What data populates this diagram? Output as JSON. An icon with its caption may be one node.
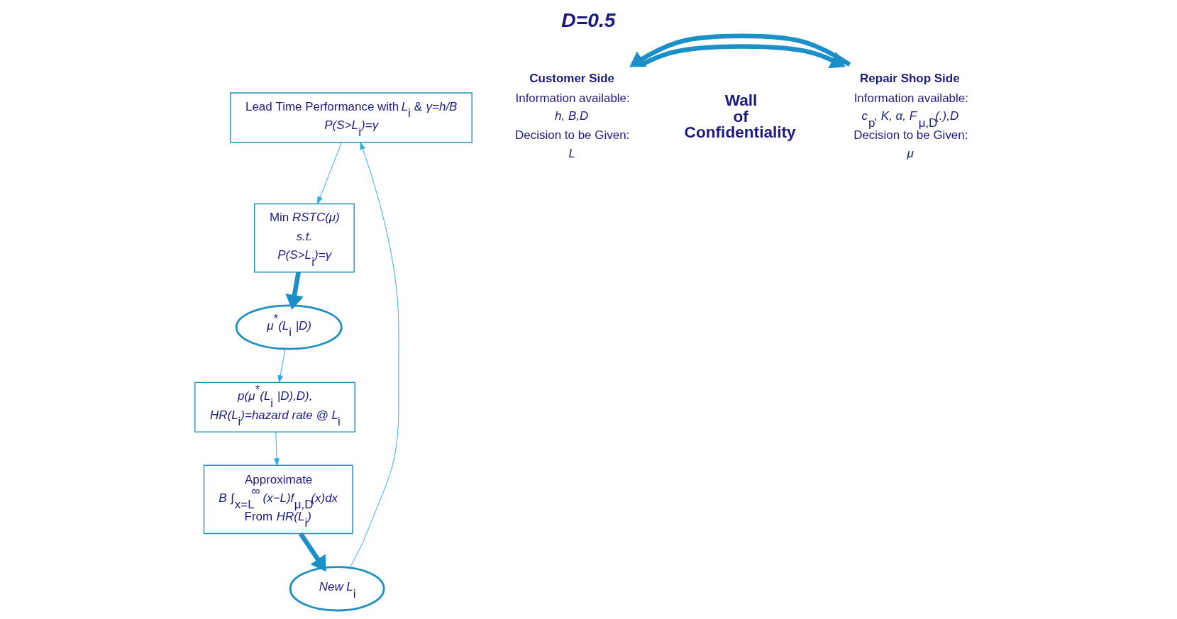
{
  "diagram": {
    "title": "D=0.5",
    "nodes": [
      {
        "text": [
          "Lead Time Performance with *L*$_{i}$ & *γ=h/B*",
          "*P(S>L*$_{i}$*)=γ*"
        ]
      },
      {
        "text": [
          "Min *RSTC(μ)*",
          "*s.t.*",
          "*P(S>L*$_{i}$*)=γ*"
        ]
      },
      {
        "text": [
          "*μ*$^{*}$*(L*$_{i}$ *|D)*"
        ]
      },
      {
        "text": [
          "*p(μ*$^{*}$*(L*$_{i}$ *|D),D),*",
          "*HR(L*$_{i}$*)=hazard rate @ L*$_{i}$"
        ]
      },
      {
        "text": [
          "Approximate",
          "*B* ∫$_{x=L}$$^{∞}$ *(x−L)f*$_{μ,D}$*(x)dx*",
          "From *HR(L*$_{i}$*)*"
        ]
      },
      {
        "text": [
          "*New L*$_{i}$"
        ]
      },
      {
        "text": [
          "**Customer Side**",
          "Information available:",
          "*h, B,D*",
          "Decision to be Given:",
          "*L*"
        ]
      },
      {
        "text": [
          "**Repair Shop Side**",
          "Information available:",
          "*c*$_{p}$*, K, α, F*$_{μ,D}$*(.),D*",
          "Decision to be Given:",
          "*μ*"
        ]
      }
    ],
    "edges": [
      {
        "from": 0,
        "to": 1,
        "arrow": "to"
      },
      {
        "from": 1,
        "to": 2,
        "arrow": "to",
        "style": "thick"
      },
      {
        "from": 2,
        "to": 3,
        "arrow": "to"
      },
      {
        "from": 3,
        "to": 4,
        "arrow": "to"
      },
      {
        "from": 4,
        "to": 5,
        "arrow": "to",
        "style": "thick"
      },
      {
        "from": 5,
        "to": 0,
        "arrow": "to"
      },
      {
        "from": 6,
        "to": 7,
        "arrow": "to",
        "style": "thick"
      },
      {
        "from": 7,
        "to": 6,
        "arrow": "to",
        "style": "thick"
      }
    ],
    "labels": [
      "Wall of Confidentiality"
    ]
  }
}
